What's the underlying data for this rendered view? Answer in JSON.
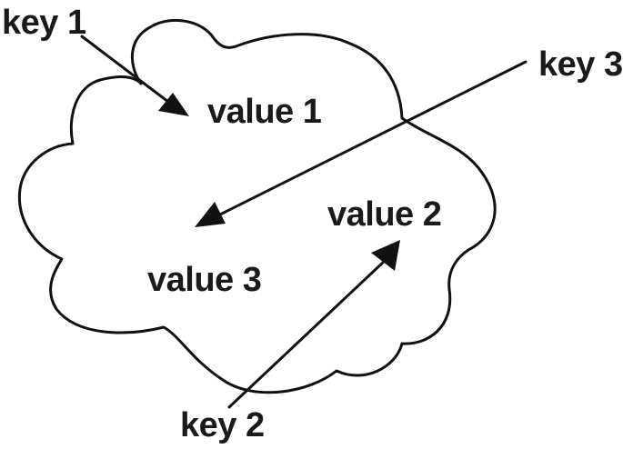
{
  "diagram": {
    "values": {
      "value1": "value 1",
      "value2": "value 2",
      "value3": "value 3"
    },
    "keys": {
      "key1": "key 1",
      "key2": "key 2",
      "key3": "key 3"
    },
    "mappings": [
      {
        "key": "key 1",
        "value": "value 1"
      },
      {
        "key": "key 2",
        "value": "value 2"
      },
      {
        "key": "key 3",
        "value": "value 3"
      }
    ]
  }
}
